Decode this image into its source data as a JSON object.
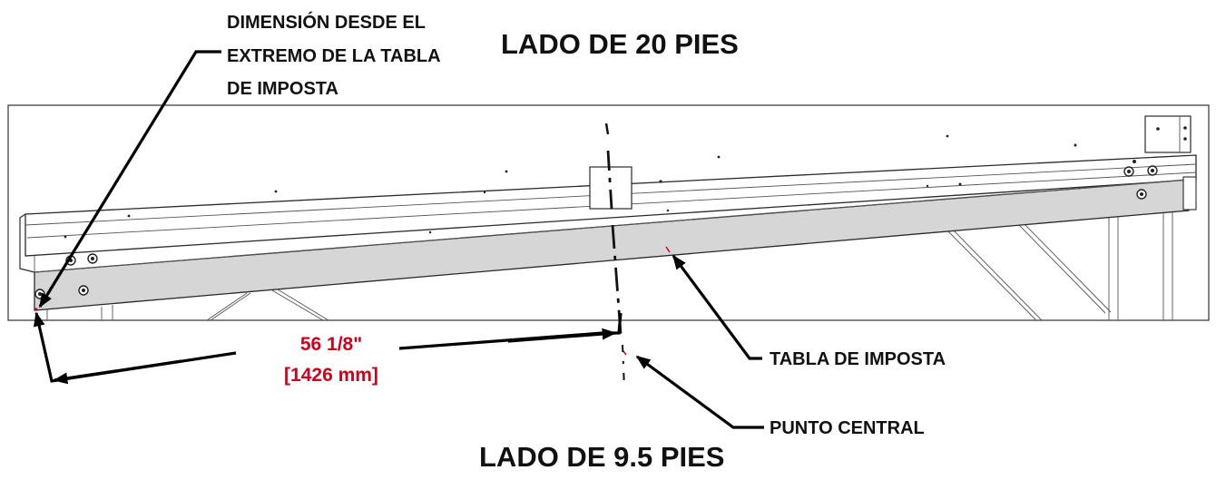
{
  "labels": {
    "top_side": "LADO DE 20 PIES",
    "bottom_side": "LADO DE 9.5 PIES",
    "dimension_note_line1": "DIMENSIÓN DESDE EL",
    "dimension_note_line2": "EXTREMO DE LA TABLA",
    "dimension_note_line3": "DE IMPOSTA",
    "fascia_board": "TABLA DE IMPOSTA",
    "center_point": "PUNTO CENTRAL"
  },
  "dimension": {
    "imperial": "56 1/8\"",
    "metric": "[1426 mm]"
  },
  "colors": {
    "dimension_text": "#d0021b",
    "fascia_fill": "#d6d6d6",
    "outline": "#2a2a2a",
    "leader": "#000000"
  }
}
